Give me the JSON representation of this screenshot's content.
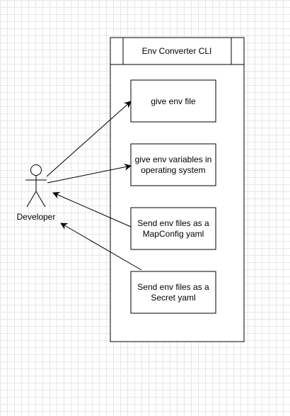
{
  "system": {
    "title": "Env Converter CLI"
  },
  "actor": {
    "name": "Developer"
  },
  "use_cases": [
    {
      "lines": [
        "give env file"
      ]
    },
    {
      "lines": [
        "give env variables in",
        "operating system"
      ]
    },
    {
      "lines": [
        "Send env files as a",
        "MapConfig yaml"
      ]
    },
    {
      "lines": [
        "Send env files as a",
        "Secret yaml"
      ]
    }
  ],
  "colors": {
    "stroke": "#000000",
    "fill": "#ffffff",
    "grid": "#e6e6e6"
  }
}
